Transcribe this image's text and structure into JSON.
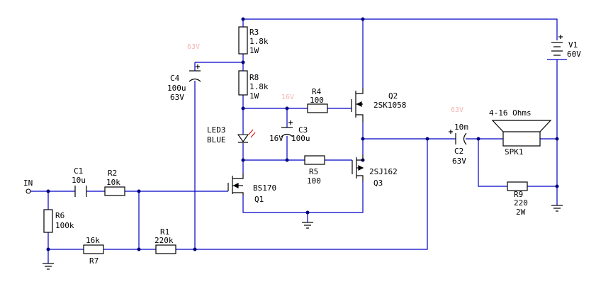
{
  "schematic": {
    "input_label": "IN",
    "ghost_labels": [
      "63V",
      "16V",
      "63V"
    ],
    "components": {
      "C1": {
        "ref": "C1",
        "value": "10u"
      },
      "R2": {
        "ref": "R2",
        "value": "10k"
      },
      "R6": {
        "ref": "R6",
        "value": "100k"
      },
      "R7": {
        "ref": "R7",
        "value": "16k"
      },
      "R1": {
        "ref": "R1",
        "value": "220k"
      },
      "C4": {
        "ref": "C4",
        "value": "100u",
        "rating": "63V"
      },
      "R3": {
        "ref": "R3",
        "value": "1.8k",
        "power": "1W"
      },
      "R8": {
        "ref": "R8",
        "value": "1.8k",
        "power": "1W"
      },
      "LED3": {
        "ref": "LED3",
        "value": "BLUE"
      },
      "C3": {
        "ref": "C3",
        "value": "100u",
        "rating": "16V"
      },
      "R4": {
        "ref": "R4",
        "value": "100"
      },
      "R5": {
        "ref": "R5",
        "value": "100"
      },
      "Q1": {
        "ref": "Q1",
        "value": "BS170"
      },
      "Q2": {
        "ref": "Q2",
        "value": "2SK1058"
      },
      "Q3": {
        "ref": "Q3",
        "value": "2SJ162"
      },
      "C2": {
        "ref": "C2",
        "value": "10m",
        "rating": "63V"
      },
      "SPK1": {
        "ref": "SPK1",
        "value": "4-16 Ohms"
      },
      "R9": {
        "ref": "R9",
        "value": "220",
        "power": "2W"
      },
      "V1": {
        "ref": "V1",
        "value": "60V"
      }
    },
    "colors": {
      "wire": "#0000c8",
      "component": "#000000",
      "junction": "#000080",
      "led_arrows": "#cc0000",
      "ghost": "#f5b5b5"
    }
  }
}
